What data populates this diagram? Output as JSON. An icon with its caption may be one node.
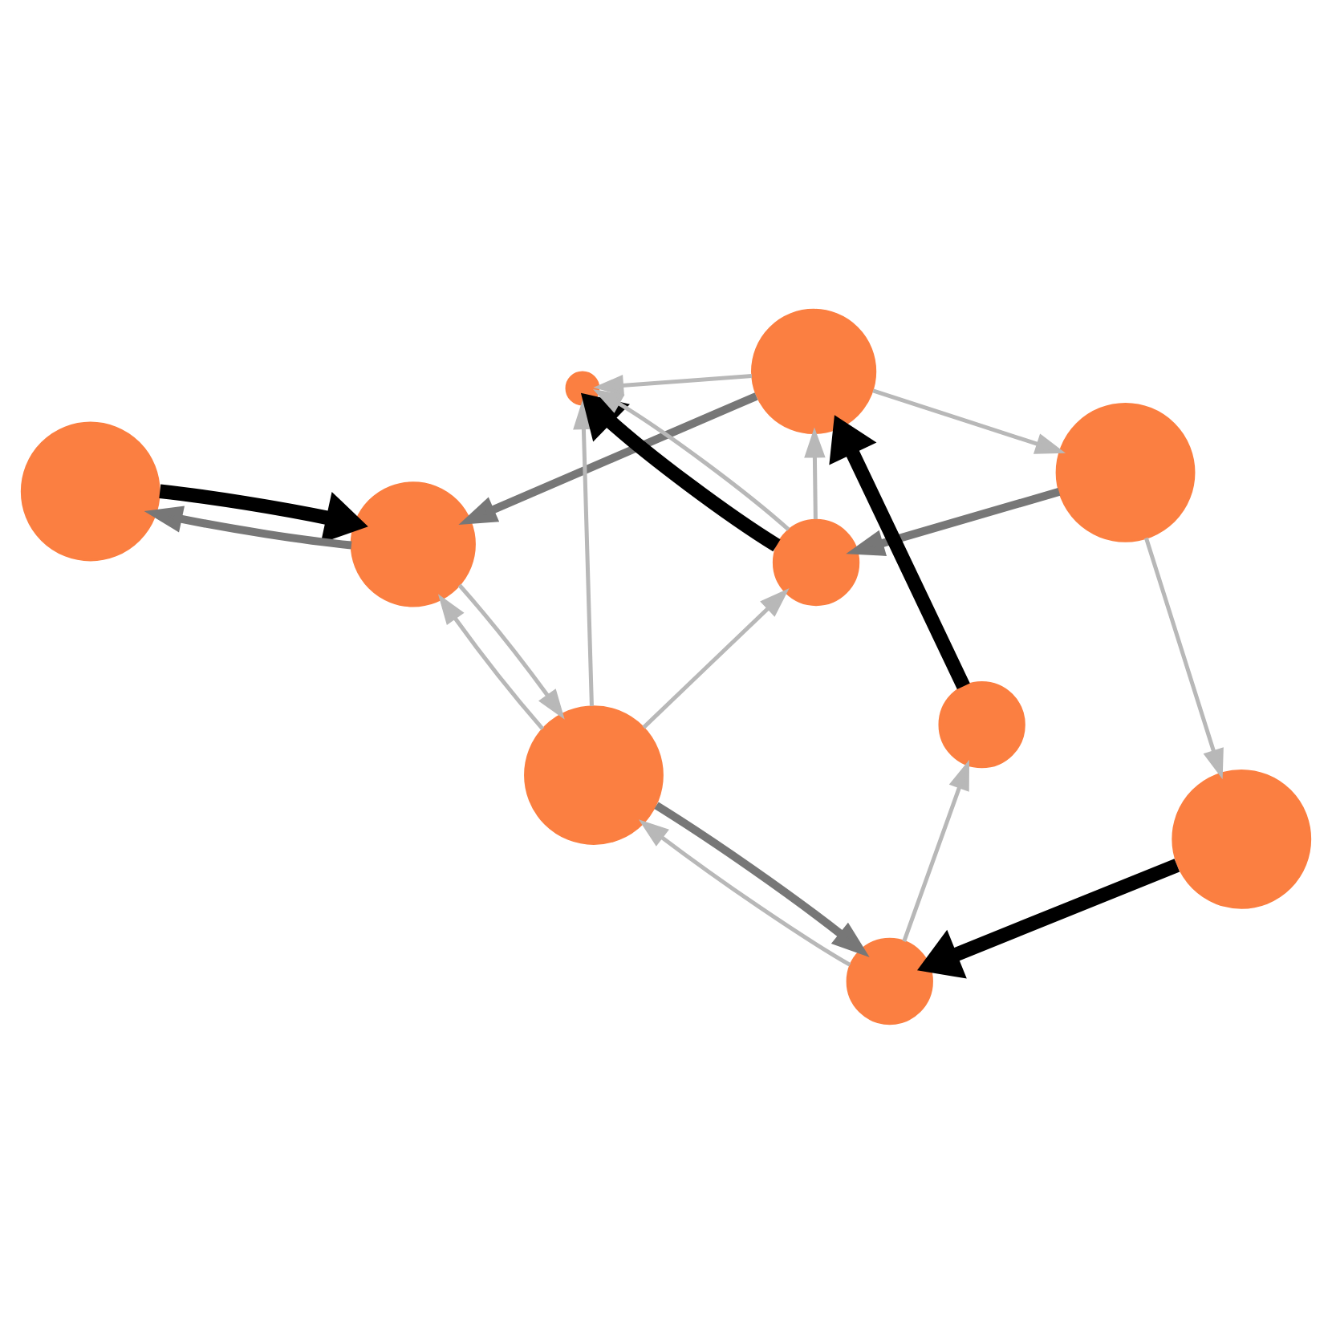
{
  "diagram": {
    "nodes": [
      {
        "text": [],
        "shape": "circle"
      },
      {
        "text": [],
        "shape": "circle"
      },
      {
        "text": [],
        "shape": "circle"
      },
      {
        "text": [],
        "shape": "circle"
      },
      {
        "text": [],
        "shape": "circle"
      },
      {
        "text": [],
        "shape": "circle"
      },
      {
        "text": [],
        "shape": "circle"
      },
      {
        "text": [],
        "shape": "circle"
      },
      {
        "text": [],
        "shape": "circle"
      },
      {
        "text": [],
        "shape": "circle"
      }
    ],
    "edges": [
      {
        "from": 0,
        "to": 3,
        "arrow": "to",
        "style": "thick",
        "color": "#000000"
      },
      {
        "from": 3,
        "to": 0,
        "arrow": "to",
        "style": "thick",
        "color": "#777777"
      },
      {
        "from": 1,
        "to": 4,
        "arrow": "to"
      },
      {
        "from": 4,
        "to": 6,
        "arrow": "to",
        "style": "thick",
        "color": "#777777"
      },
      {
        "from": 4,
        "to": 8,
        "arrow": "to"
      },
      {
        "from": 1,
        "to": 3,
        "arrow": "to",
        "style": "thick",
        "color": "#777777"
      },
      {
        "from": 6,
        "to": 1,
        "arrow": "to"
      },
      {
        "from": 6,
        "to": 5,
        "arrow": "to",
        "style": "thick",
        "color": "#000000"
      },
      {
        "from": 7,
        "to": 1,
        "arrow": "to",
        "style": "thick",
        "color": "#000000"
      },
      {
        "from": 1,
        "to": 5,
        "arrow": "to"
      },
      {
        "from": 2,
        "to": 3,
        "arrow": "to"
      },
      {
        "from": 3,
        "to": 2,
        "arrow": "to"
      },
      {
        "from": 2,
        "to": 6,
        "arrow": "to"
      },
      {
        "from": 2,
        "to": 5,
        "arrow": "to"
      },
      {
        "from": 6,
        "to": 5,
        "arrow": "to"
      },
      {
        "from": 2,
        "to": 9,
        "arrow": "to",
        "style": "thick",
        "color": "#777777"
      },
      {
        "from": 8,
        "to": 9,
        "arrow": "to",
        "style": "thick",
        "color": "#000000"
      },
      {
        "from": 9,
        "to": 2,
        "arrow": "to"
      },
      {
        "from": 9,
        "to": 7,
        "arrow": "to"
      }
    ]
  }
}
